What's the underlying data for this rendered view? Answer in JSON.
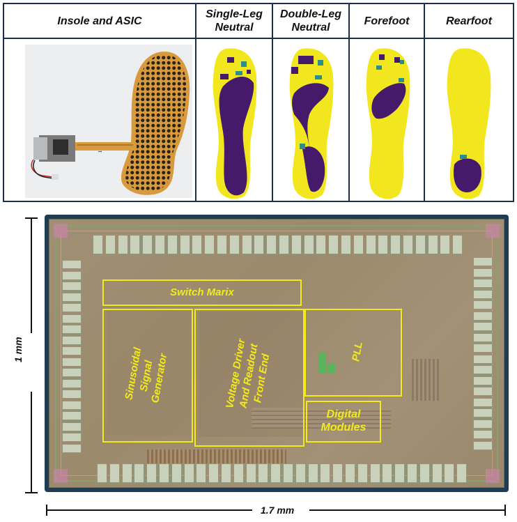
{
  "headers": {
    "insole": "Insole and ASIC",
    "single_leg": "Single-Leg\nNeutral",
    "double_leg": "Double-Leg\nNeutral",
    "forefoot": "Forefoot",
    "rearfoot": "Rearfoot"
  },
  "colors": {
    "yellow": "#f2e61e",
    "purple": "#451a6b",
    "teal": "#2a8e8b",
    "green": "#56b86a",
    "navy": "#1b2f47"
  },
  "chip": {
    "switch_matrix": "Switch Marix",
    "sinusoidal": "Sinusoidal\nSignal\nGenerator",
    "voltage_driver": "Voltage Driver\nAnd Readout\nFront End",
    "pll": "PLL",
    "digital": "Digital\nModules",
    "height_label": "1 mm",
    "width_label": "1.7 mm"
  }
}
